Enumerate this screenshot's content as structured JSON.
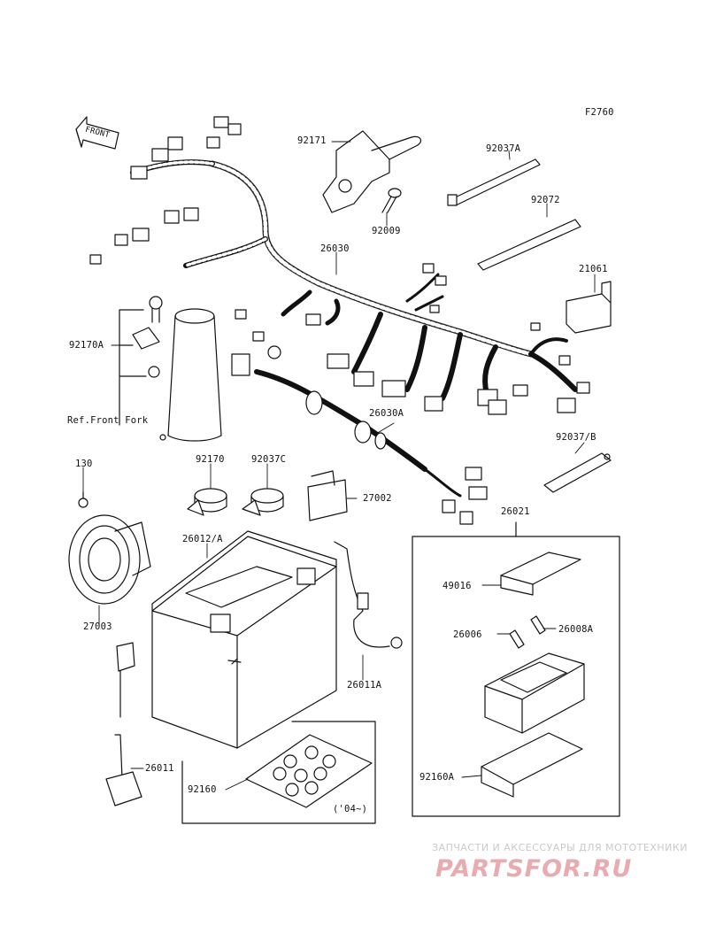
{
  "diagram": {
    "ref_code": "F2760",
    "front_arrow": "FRONT",
    "ref_note": "Ref.Front Fork",
    "year_note": "('04~)",
    "parts": [
      {
        "id": "92171"
      },
      {
        "id": "92037A"
      },
      {
        "id": "92072"
      },
      {
        "id": "92009"
      },
      {
        "id": "26030"
      },
      {
        "id": "21061"
      },
      {
        "id": "92170A"
      },
      {
        "id": "26030A"
      },
      {
        "id": "92037/B"
      },
      {
        "id": "130"
      },
      {
        "id": "92170"
      },
      {
        "id": "92037C"
      },
      {
        "id": "27002"
      },
      {
        "id": "26021"
      },
      {
        "id": "26012/A"
      },
      {
        "id": "49016"
      },
      {
        "id": "26006"
      },
      {
        "id": "26008A"
      },
      {
        "id": "27003"
      },
      {
        "id": "26011A"
      },
      {
        "id": "26011"
      },
      {
        "id": "92160"
      },
      {
        "id": "92160A"
      }
    ]
  },
  "watermark": {
    "tagline": "ЗАПЧАСТИ И АКСЕССУАРЫ ДЛЯ МОТОТЕХНИКИ",
    "logo": "PARTSFOR.RU",
    "color": "#e9aab0"
  }
}
